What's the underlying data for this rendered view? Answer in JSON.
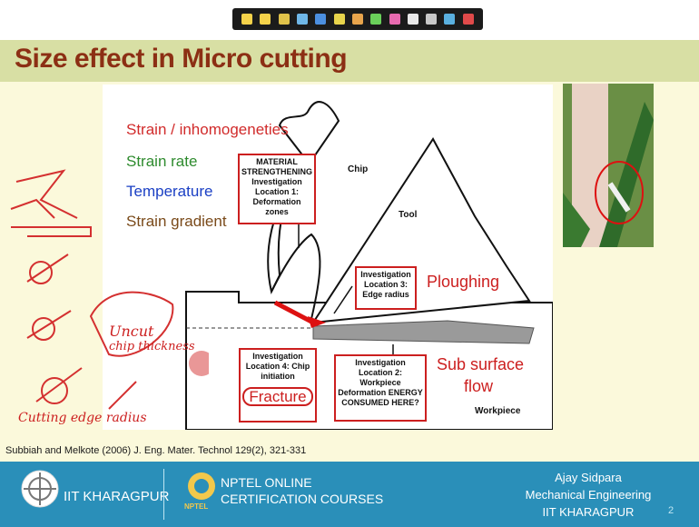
{
  "slide": {
    "title": "Size effect in Micro cutting",
    "reference": "Subbiah and Melkote (2006) J. Eng. Mater. Technol 129(2), 321-331",
    "page_number": "2"
  },
  "toolbar": {
    "tools": [
      {
        "icon": "arrow-icon",
        "color": "#f5d24a"
      },
      {
        "icon": "pen-icon",
        "color": "#f5d24a"
      },
      {
        "icon": "highlighter-icon",
        "color": "#e0c24a"
      },
      {
        "icon": "pointer-icon",
        "color": "#6fb7e8"
      },
      {
        "icon": "arrow-blue-icon",
        "color": "#4c8fe0"
      },
      {
        "icon": "text-icon",
        "color": "#e8d44c"
      },
      {
        "icon": "marker-icon",
        "color": "#e8a44c"
      },
      {
        "icon": "pen-green-icon",
        "color": "#6ad05a"
      },
      {
        "icon": "pen-pink-icon",
        "color": "#e86ab0"
      },
      {
        "icon": "dot-icon",
        "color": "#e8e8e8"
      },
      {
        "icon": "laser-icon",
        "color": "#c8c8c8"
      },
      {
        "icon": "eraser-icon",
        "color": "#5ab0e0"
      },
      {
        "icon": "clear-icon",
        "color": "#e04a4a"
      }
    ]
  },
  "factors": [
    {
      "text": "Strain / inhomogeneties",
      "color": "#d12b2b"
    },
    {
      "text": "Strain rate",
      "color": "#2e8b2e"
    },
    {
      "text": "Temperature",
      "color": "#1a3fc4"
    },
    {
      "text": "Strain gradient",
      "color": "#7a4a1a"
    }
  ],
  "diagram": {
    "box_material": "MATERIAL STRENGTHENING Investigation Location 1: Deformation zones",
    "chip_label": "Chip",
    "tool_label": "Tool",
    "box_location3": "Investigation Location 3: Edge radius",
    "ploughing_label": "Ploughing",
    "box_location4": "Investigation Location 4: Chip initiation",
    "fracture_label": "Fracture",
    "box_location2": "Investigation Location 2: Workpiece Deformation ENERGY CONSUMED HERE?",
    "subsurface_label_line1": "Sub surface",
    "subsurface_label_line2": "flow",
    "workpiece_label": "Workpiece"
  },
  "handwriting": {
    "uncut_line1": "Uncut",
    "uncut_line2": "chip thickness",
    "cutting_edge": "Cutting edge radius"
  },
  "footer": {
    "institute": "IIT KHARAGPUR",
    "nptel_line1": "NPTEL ONLINE",
    "nptel_line2": "CERTIFICATION COURSES",
    "nptel_logo_text": "NPTEL",
    "presenter_name": "Ajay Sidpara",
    "presenter_dept": "Mechanical Engineering",
    "presenter_inst": "IIT KHARAGPUR",
    "accent": "#2a8fb9"
  }
}
